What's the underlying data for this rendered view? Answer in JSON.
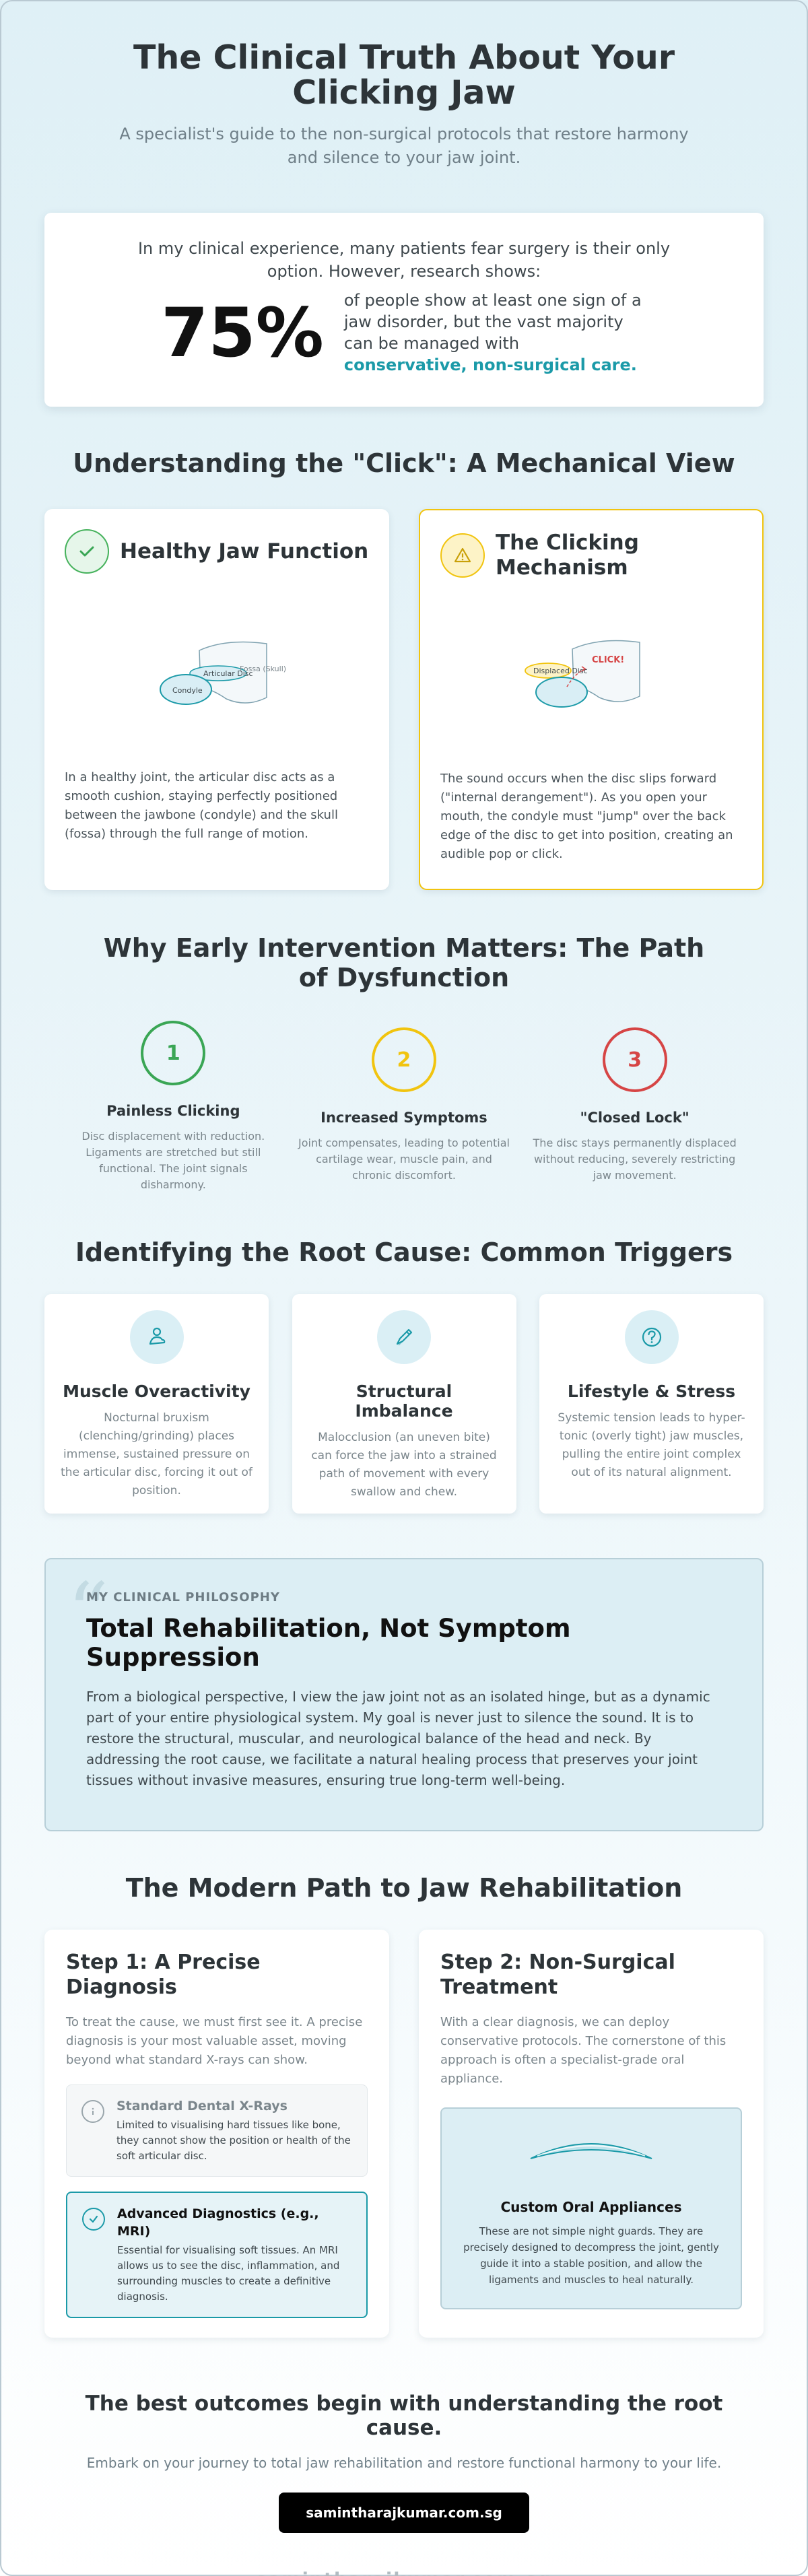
{
  "hero": {
    "title": "The Clinical Truth About Your Clicking Jaw",
    "subtitle": "A specialist's guide to the non-surgical protocols that restore harmony and silence to your jaw joint."
  },
  "stat": {
    "intro": "In my clinical experience, many patients fear surgery is their only option. However, research shows:",
    "value": "75%",
    "text": "of people show at least one sign of a jaw disorder, but the vast majority can be managed with",
    "highlight": "conservative, non-surgical care."
  },
  "mechanical": {
    "title": "Understanding the \"Click\": A Mechanical View",
    "healthy": {
      "title": "Healthy Jaw Function",
      "icon": "check-icon",
      "labels": {
        "disc": "Articular Disc",
        "fossa": "Fossa (Skull)",
        "condyle": "Condyle"
      },
      "text": "In a healthy joint, the articular disc acts as a smooth cushion, staying perfectly positioned between the jawbone (condyle) and the skull (fossa) through the full range of motion."
    },
    "clicking": {
      "title": "The Clicking Mechanism",
      "icon": "warning-icon",
      "labels": {
        "disc": "Displaced Disc",
        "click": "CLICK!"
      },
      "text": "The sound occurs when the disc slips forward (\"internal derangement\"). As you open your mouth, the condyle must \"jump\" over the back edge of the disc to get into position, creating an audible pop or click."
    }
  },
  "intervention": {
    "title": "Why Early Intervention Matters: The Path of Dysfunction",
    "steps": [
      {
        "num": "1",
        "title": "Painless Clicking",
        "text": "Disc displacement with reduction. Ligaments are stretched but still functional. The joint signals disharmony.",
        "color": "#3aa655"
      },
      {
        "num": "2",
        "title": "Increased Symptoms",
        "text": "Joint compensates, leading to potential cartilage wear, muscle pain, and chronic discomfort.",
        "color": "#f1c40f"
      },
      {
        "num": "3",
        "title": "\"Closed Lock\"",
        "text": "The disc stays permanently displaced without reducing, severely restricting jaw movement.",
        "color": "#d64545"
      }
    ]
  },
  "triggers": {
    "title": "Identifying the Root Cause: Common Triggers",
    "items": [
      {
        "icon": "muscle-icon",
        "title": "Muscle Overactivity",
        "text": "Nocturnal bruxism (clenching/grinding) places immense, sustained pressure on the articular disc, forcing it out of position."
      },
      {
        "icon": "pen-ruler-icon",
        "title": "Structural Imbalance",
        "text": "Malocclusion (an uneven bite) can force the jaw into a strained path of movement with every swallow and chew."
      },
      {
        "icon": "question-icon",
        "title": "Lifestyle & Stress",
        "text": "Systemic tension leads to hyper-tonic (overly tight) jaw muscles, pulling the entire joint complex out of its natural alignment."
      }
    ]
  },
  "philosophy": {
    "kicker": "MY CLINICAL PHILOSOPHY",
    "title": "Total Rehabilitation, Not Symptom Suppression",
    "text": "From a biological perspective, I view the jaw joint not as an isolated hinge, but as a dynamic part of your entire physiological system. My goal is never just to silence the sound. It is to restore the structural, muscular, and neurological balance of the head and neck. By addressing the root cause, we facilitate a natural healing process that preserves your joint tissues without invasive measures, ensuring true long-term well-being."
  },
  "path": {
    "title": "The Modern Path to Jaw Rehabilitation",
    "step1": {
      "title": "Step 1: A Precise Diagnosis",
      "text": "To treat the cause, we must first see it. A precise diagnosis is your most valuable asset, moving beyond what standard X-rays can show.",
      "options": [
        {
          "title": "Standard Dental X-Rays",
          "text": "Limited to visualising hard tissues like bone, they cannot show the position or health of the soft articular disc."
        },
        {
          "title": "Advanced Diagnostics (e.g., MRI)",
          "text": "Essential for visualising soft tissues. An MRI allows us to see the disc, inflammation, and surrounding muscles to create a definitive diagnosis."
        }
      ]
    },
    "step2": {
      "title": "Step 2: Non-Surgical Treatment",
      "text": "With a clear diagnosis, we can deploy conservative protocols. The cornerstone of this approach is often a specialist-grade oral appliance.",
      "appliance_title": "Custom Oral Appliances",
      "appliance_text": "These are not simple night guards. They are precisely designed to decompress the joint, gently guide it into a stable position, and allow the ligaments and muscles to heal naturally."
    }
  },
  "final": {
    "title": "The best outcomes begin with understanding the root cause.",
    "subtitle": "Embark on your journey to total jaw rehabilitation and restore functional harmony to your life.",
    "cta": "samintharajkumar.com.sg",
    "footer": "samintharajkumar.com.sg"
  },
  "colors": {
    "accent": "#1b9aa8",
    "ok": "#46b25c",
    "warn": "#f1c40f",
    "danger": "#d64545"
  }
}
